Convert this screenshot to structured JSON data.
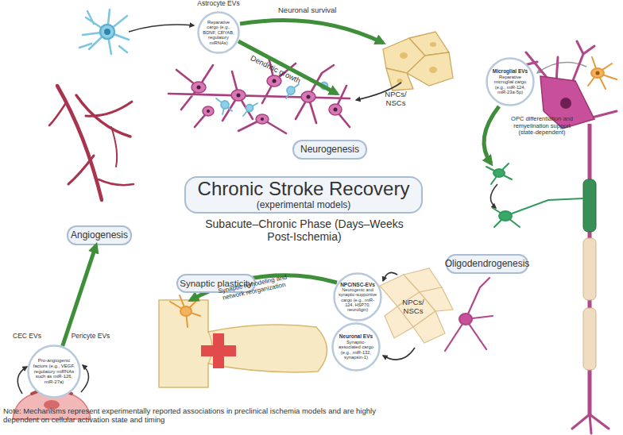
{
  "diagram": {
    "nodes": [
      {
        "text": [
          "Astrocyte EVs",
          "Reparative cargo (e.g., BDNF, CRYAB, regulatory miRNAs)"
        ]
      },
      {
        "text": [
          "Microglial EVs",
          "Reparative microglial cargo (e.g., miR-124, miR-23a-5p)"
        ]
      },
      {
        "text": [
          "Neurogenesis"
        ]
      },
      {
        "text": [
          "Chronic Stroke Recovery",
          "(experimental models)"
        ]
      },
      {
        "text": [
          "Angiogenesis"
        ]
      },
      {
        "text": [
          "Oligodendrogenesis"
        ]
      },
      {
        "text": [
          "Synaptic plasticity"
        ]
      },
      {
        "text": [
          "NPC/NSC-EVs",
          "Neurogenic and synaptic-supportive cargo (e.g., miR-124, HSP70, neuroligin)"
        ]
      },
      {
        "text": [
          "Neuronal EVs",
          "Synaptic-associated cargo (e.g., miR-132, synapsin-1)"
        ]
      },
      {
        "text": [
          "CEC EVs",
          "Pericyte EVs",
          "Pro-angiogenic factors (e.g., VEGF, regulatory miRNAs such as miR-126, miR-27a)"
        ]
      }
    ],
    "edges": [
      {
        "from": 9,
        "to": 4,
        "arrow": "to"
      }
    ],
    "labels": [
      "Neuronal survival",
      "Dendritic growth",
      "NPCs/ NSCs",
      "OPC differentiation and remyelination support (state-dependent)",
      "Subacute–Chronic Phase (Days–Weeks Post-Ischemia)",
      "Synaptic remodeling and network reorganization",
      "NPCs/ NSCs",
      "Note: Mechanisms represent experimentally reported associations in preclinical ischemia models and are highly dependent on cellular activation state and timing"
    ]
  }
}
